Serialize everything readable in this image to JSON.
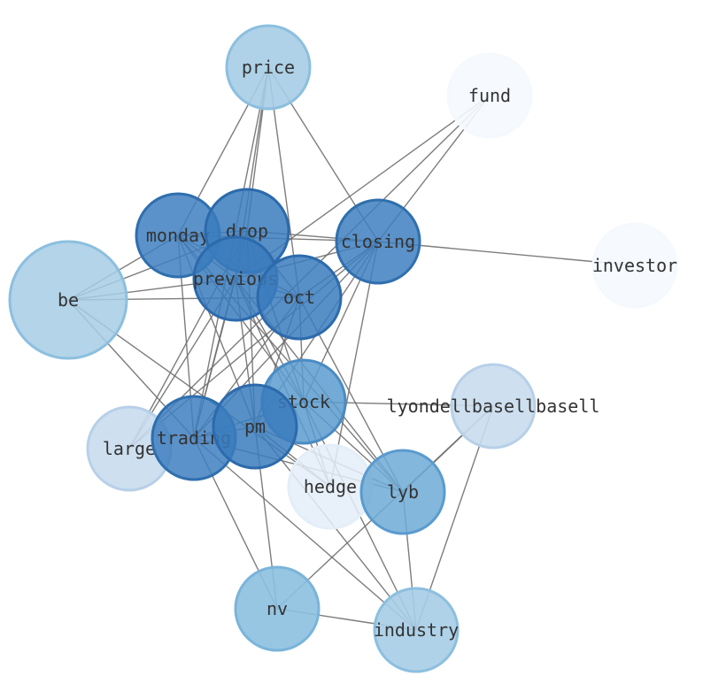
{
  "nodes": [
    {
      "id": "price",
      "label": "price",
      "fill": "#a6cde5",
      "stroke": "#8cbfdf",
      "opacity": 0.9
    },
    {
      "id": "fund",
      "label": "fund",
      "fill": "#f5f9fe",
      "stroke": "#f5f9fe",
      "opacity": 0.9
    },
    {
      "id": "monday",
      "label": "monday",
      "fill": "#3e7fbf",
      "stroke": "#2f6fae",
      "opacity": 0.85
    },
    {
      "id": "drop",
      "label": "drop",
      "fill": "#3a7bbd",
      "stroke": "#2c6aac",
      "opacity": 0.85
    },
    {
      "id": "closing",
      "label": "closing",
      "fill": "#3e7fbf",
      "stroke": "#2f6fae",
      "opacity": 0.85
    },
    {
      "id": "investor",
      "label": "investor",
      "fill": "#f5f9fe",
      "stroke": "#f5f9fe",
      "opacity": 0.9
    },
    {
      "id": "be",
      "label": "be",
      "fill": "#a6cde5",
      "stroke": "#8cbfdf",
      "opacity": 0.85
    },
    {
      "id": "previous",
      "label": "previous",
      "fill": "#3a7bbd",
      "stroke": "#2c6aac",
      "opacity": 0.85
    },
    {
      "id": "oct",
      "label": "oct",
      "fill": "#3a7bbd",
      "stroke": "#2c6aac",
      "opacity": 0.85
    },
    {
      "id": "stock",
      "label": "stock",
      "fill": "#5a9bcf",
      "stroke": "#4a8bc4",
      "opacity": 0.85
    },
    {
      "id": "lyondellbasellbasell",
      "label": "lyondellbasellbasell",
      "fill": "#c9dcee",
      "stroke": "#b7d0e8",
      "opacity": 0.9
    },
    {
      "id": "large",
      "label": "large",
      "fill": "#c9dcee",
      "stroke": "#b7d0e8",
      "opacity": 0.9
    },
    {
      "id": "trading",
      "label": "trading",
      "fill": "#3e7fbf",
      "stroke": "#2f6fae",
      "opacity": 0.85
    },
    {
      "id": "pm",
      "label": "pm",
      "fill": "#3a7bbd",
      "stroke": "#2c6aac",
      "opacity": 0.85
    },
    {
      "id": "hedge",
      "label": "hedge",
      "fill": "#e4eef8",
      "stroke": "#e4eef8",
      "opacity": 0.85
    },
    {
      "id": "lyb",
      "label": "lyb",
      "fill": "#6eaad6",
      "stroke": "#5a9bcf",
      "opacity": 0.85
    },
    {
      "id": "nv",
      "label": "nv",
      "fill": "#8cc0e0",
      "stroke": "#7ab4da",
      "opacity": 0.9
    },
    {
      "id": "industry",
      "label": "industry",
      "fill": "#a6cde5",
      "stroke": "#8cbfdf",
      "opacity": 0.9
    }
  ],
  "edges": [
    [
      "price",
      "monday"
    ],
    [
      "price",
      "drop"
    ],
    [
      "price",
      "previous"
    ],
    [
      "price",
      "oct"
    ],
    [
      "price",
      "closing"
    ],
    [
      "price",
      "trading"
    ],
    [
      "fund",
      "closing"
    ],
    [
      "fund",
      "previous"
    ],
    [
      "fund",
      "large"
    ],
    [
      "monday",
      "drop"
    ],
    [
      "monday",
      "closing"
    ],
    [
      "monday",
      "previous"
    ],
    [
      "monday",
      "oct"
    ],
    [
      "monday",
      "stock"
    ],
    [
      "monday",
      "pm"
    ],
    [
      "monday",
      "lyb"
    ],
    [
      "monday",
      "be"
    ],
    [
      "monday",
      "trading"
    ],
    [
      "drop",
      "closing"
    ],
    [
      "drop",
      "oct"
    ],
    [
      "drop",
      "be"
    ],
    [
      "drop",
      "trading"
    ],
    [
      "drop",
      "pm"
    ],
    [
      "drop",
      "stock"
    ],
    [
      "drop",
      "large"
    ],
    [
      "closing",
      "investor"
    ],
    [
      "closing",
      "previous"
    ],
    [
      "closing",
      "oct"
    ],
    [
      "closing",
      "pm"
    ],
    [
      "closing",
      "trading"
    ],
    [
      "closing",
      "hedge"
    ],
    [
      "closing",
      "large"
    ],
    [
      "closing",
      "stock"
    ],
    [
      "be",
      "previous"
    ],
    [
      "be",
      "oct"
    ],
    [
      "be",
      "trading"
    ],
    [
      "be",
      "hedge"
    ],
    [
      "previous",
      "oct"
    ],
    [
      "previous",
      "stock"
    ],
    [
      "previous",
      "pm"
    ],
    [
      "previous",
      "trading"
    ],
    [
      "previous",
      "large"
    ],
    [
      "previous",
      "lyb"
    ],
    [
      "previous",
      "hedge"
    ],
    [
      "oct",
      "pm"
    ],
    [
      "oct",
      "trading"
    ],
    [
      "oct",
      "stock"
    ],
    [
      "oct",
      "lyb"
    ],
    [
      "stock",
      "lyondellbasellbasell"
    ],
    [
      "stock",
      "pm"
    ],
    [
      "stock",
      "trading"
    ],
    [
      "stock",
      "lyb"
    ],
    [
      "stock",
      "hedge"
    ],
    [
      "stock",
      "industry"
    ],
    [
      "lyondellbasellbasell",
      "nv"
    ],
    [
      "lyondellbasellbasell",
      "industry"
    ],
    [
      "lyondellbasellbasell",
      "lyb"
    ],
    [
      "trading",
      "pm"
    ],
    [
      "trading",
      "nv"
    ],
    [
      "trading",
      "industry"
    ],
    [
      "trading",
      "lyb"
    ],
    [
      "pm",
      "nv"
    ],
    [
      "pm",
      "hedge"
    ],
    [
      "pm",
      "lyb"
    ],
    [
      "pm",
      "industry"
    ],
    [
      "lyb",
      "industry"
    ],
    [
      "nv",
      "industry"
    ]
  ]
}
